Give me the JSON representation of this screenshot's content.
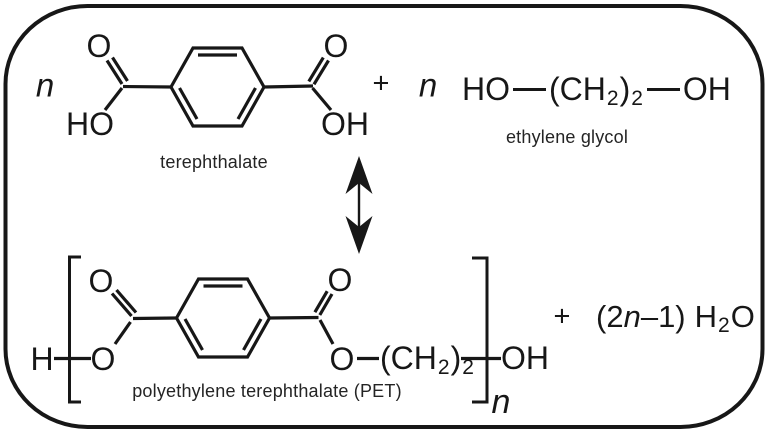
{
  "icons": {
    "equilibrium_arrow": "double-headed-vertical-arrow"
  },
  "colors": {
    "ink": "#171717",
    "background": "#ffffff"
  },
  "reactant1": {
    "coefficient": "n",
    "carbonyl_o_left": "O",
    "hydroxyl_left": "HO",
    "carbonyl_o_right": "O",
    "hydroxyl_right": "OH",
    "label": "terephthalate"
  },
  "plus_top": "+",
  "reactant2": {
    "coefficient": "n",
    "formula": {
      "ho": "HO",
      "chain_open": "(CH",
      "sub1": "2",
      "paren_close": ")",
      "sub2": "2",
      "oh": "OH"
    },
    "label": "ethylene glycol"
  },
  "product": {
    "end_h": "H",
    "ester_o_left": "O",
    "carbonyl_o_left": "O",
    "carbonyl_o_right": "O",
    "ester_o_right": "O",
    "chain": {
      "open": "(CH",
      "sub1": "2",
      "close": ")",
      "sub2": "2"
    },
    "end_oh": "OH",
    "repeat_subscript": "n",
    "label": "polyethylene terephthalate (PET)"
  },
  "byproduct": {
    "plus": "+",
    "open_paren": "(2",
    "coefficient": "n",
    "close_part": "–1)",
    "water_h": "H",
    "water_sub": "2",
    "water_o": "O"
  }
}
